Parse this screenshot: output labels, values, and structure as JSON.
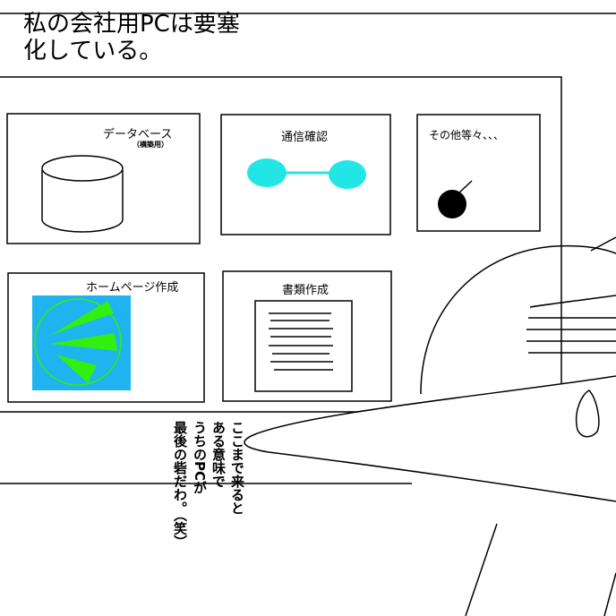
{
  "caption": {
    "line1": "私の会社用PCは要塞",
    "line2": "化している。"
  },
  "panels": {
    "database": {
      "label": "データベース",
      "sub": "（構築用）"
    },
    "network": {
      "label": "通信確認"
    },
    "other": {
      "label": "その他等々、、、"
    },
    "homepage": {
      "label": "ホームページ作成"
    },
    "documents": {
      "label": "書類作成"
    }
  },
  "speech": {
    "lines": [
      "ここまで来ると",
      "ある意味で",
      "うちのPCが",
      "最後の砦だわ。（笑）"
    ]
  },
  "colors": {
    "cyan": "#22e6e6",
    "web_bg": "#1fb3f0",
    "web_green": "#33ee11"
  }
}
